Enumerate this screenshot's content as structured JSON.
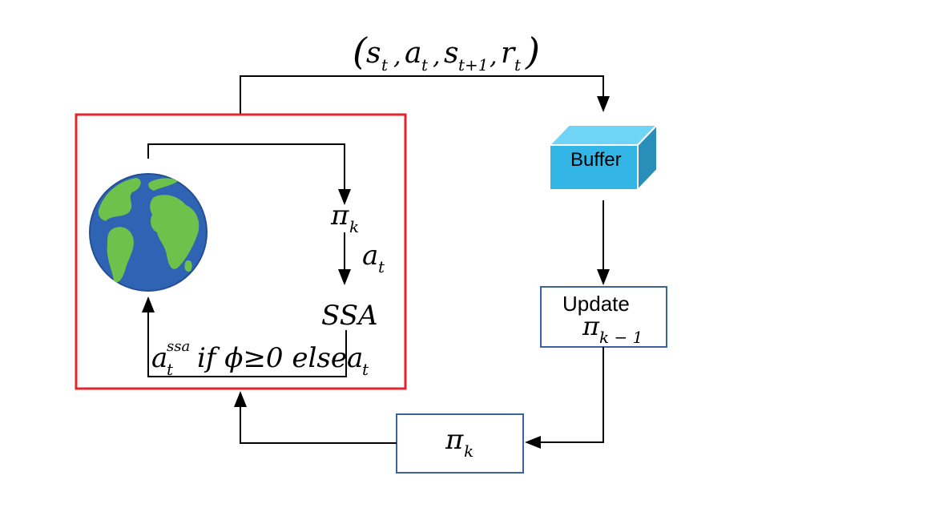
{
  "colors": {
    "env_border": "#e0262b",
    "box_border": "#3a64a0",
    "line": "#000000",
    "buffer_front": "#33b6e6",
    "buffer_top": "#6fd4f5",
    "buffer_side": "#2a8fb8",
    "ocean": "#2f63b3",
    "land": "#6cc24a"
  },
  "icons": {
    "globe": "globe-icon",
    "buffer": "buffer-cube-icon"
  },
  "transition": {
    "open_paren": "(",
    "close_paren": ")",
    "s": "s",
    "sub_t": "t",
    "a": "a",
    "s_next_sub": "t+1",
    "r": "r",
    "comma": ","
  },
  "buffer": {
    "label": "Buffer"
  },
  "update": {
    "label": "Update",
    "pi": "π",
    "sub": "k − 1"
  },
  "policy_box": {
    "pi": "π",
    "sub": "k"
  },
  "env": {
    "pi": "π",
    "pi_sub": "k",
    "action": "a",
    "action_sub": "t",
    "ssa": "SSA",
    "cond_a": "a",
    "cond_sup": "ssa",
    "cond_sub": "t",
    "cond_text": "if ϕ≥0 else",
    "cond_a2": "a",
    "cond_sub2": "t"
  }
}
